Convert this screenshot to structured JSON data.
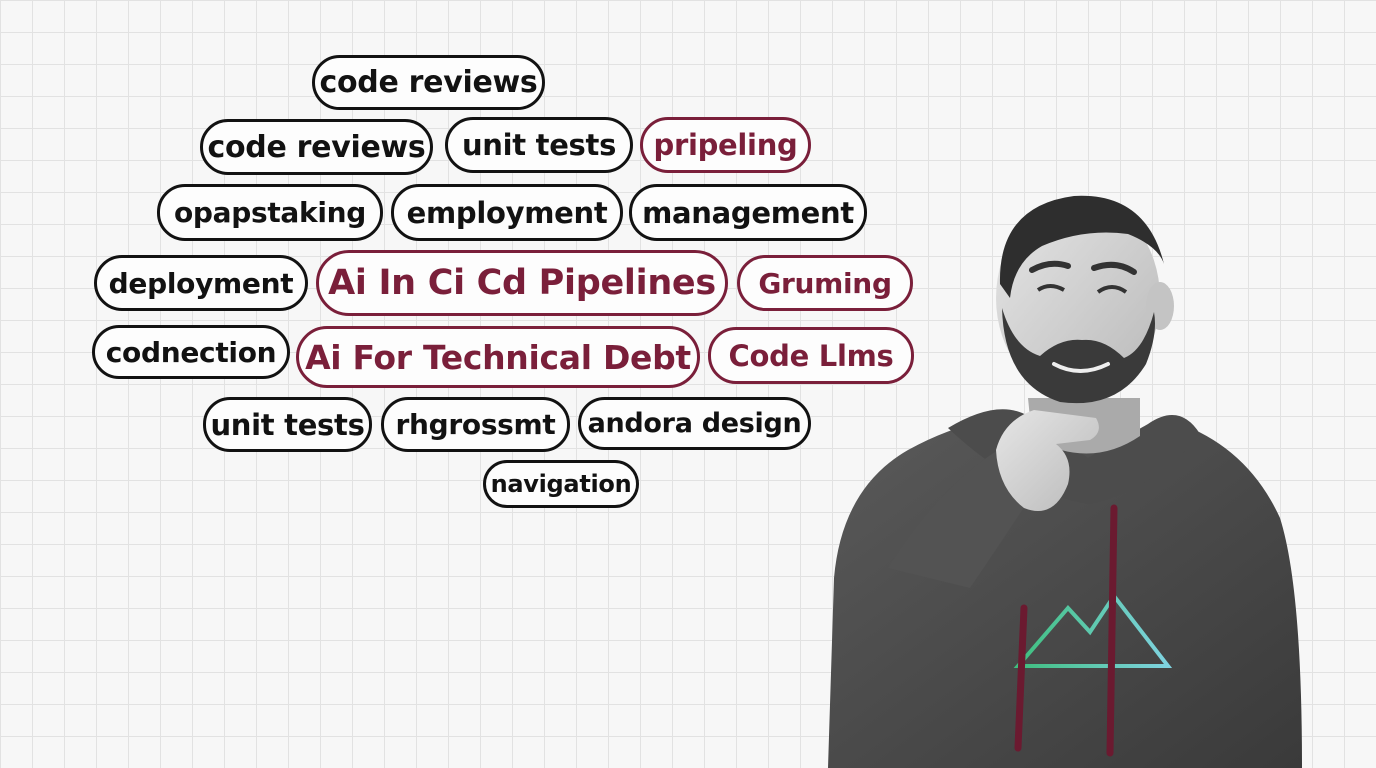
{
  "tags": [
    {
      "text": "code reviews",
      "style": "plain"
    },
    {
      "text": "code reviews",
      "style": "plain"
    },
    {
      "text": "unit tests",
      "style": "plain"
    },
    {
      "text": "pripeling",
      "style": "accent"
    },
    {
      "text": "opapstaking",
      "style": "plain"
    },
    {
      "text": "employment",
      "style": "plain"
    },
    {
      "text": "management",
      "style": "plain"
    },
    {
      "text": "deployment",
      "style": "plain"
    },
    {
      "text": "Ai In Ci Cd Pipelines",
      "style": "accent"
    },
    {
      "text": "Gruming",
      "style": "accent"
    },
    {
      "text": "codnection",
      "style": "plain"
    },
    {
      "text": "Ai For Technical Debt",
      "style": "accent"
    },
    {
      "text": "Code Llms",
      "style": "accent"
    },
    {
      "text": "unit tests",
      "style": "plain"
    },
    {
      "text": "rhgrossmt",
      "style": "plain"
    },
    {
      "text": "andora design",
      "style": "plain"
    },
    {
      "text": "navigation",
      "style": "plain"
    }
  ],
  "colors": {
    "background": "#f7f7f7",
    "grid": "#e2e2e2",
    "tag_border": "#121212",
    "accent": "#7a1f3a",
    "hoodie": "#4a4a4a",
    "hoodie_strings": "#6b1a30",
    "mountain_print": "#3fbf7f"
  }
}
